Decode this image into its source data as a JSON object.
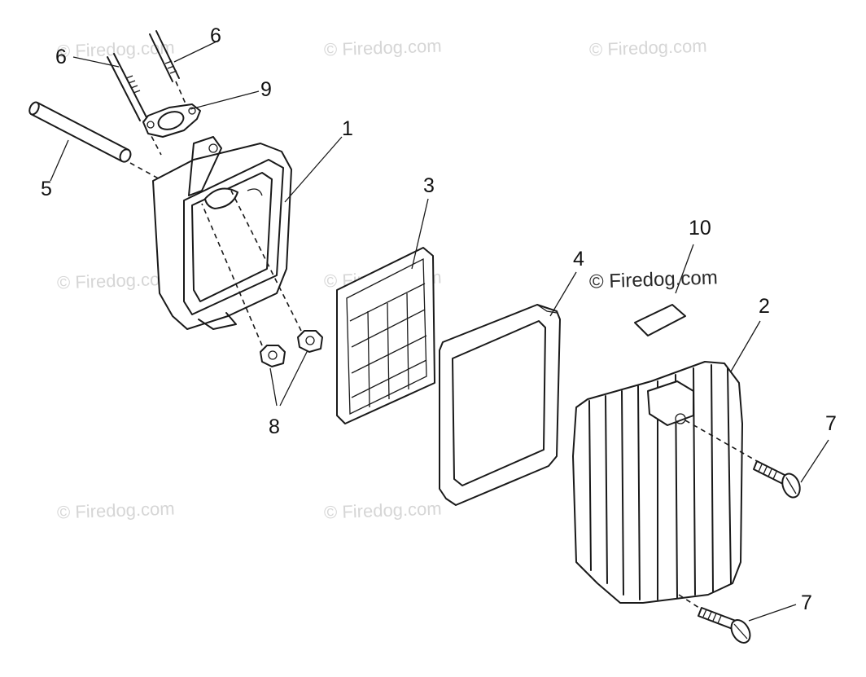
{
  "watermark": "© Firedog.com",
  "callouts": {
    "c1": "1",
    "c2": "2",
    "c3": "3",
    "c4": "4",
    "c5": "5",
    "c6a": "6",
    "c6b": "6",
    "c7a": "7",
    "c7b": "7",
    "c8": "8",
    "c9": "9",
    "c10": "10"
  }
}
